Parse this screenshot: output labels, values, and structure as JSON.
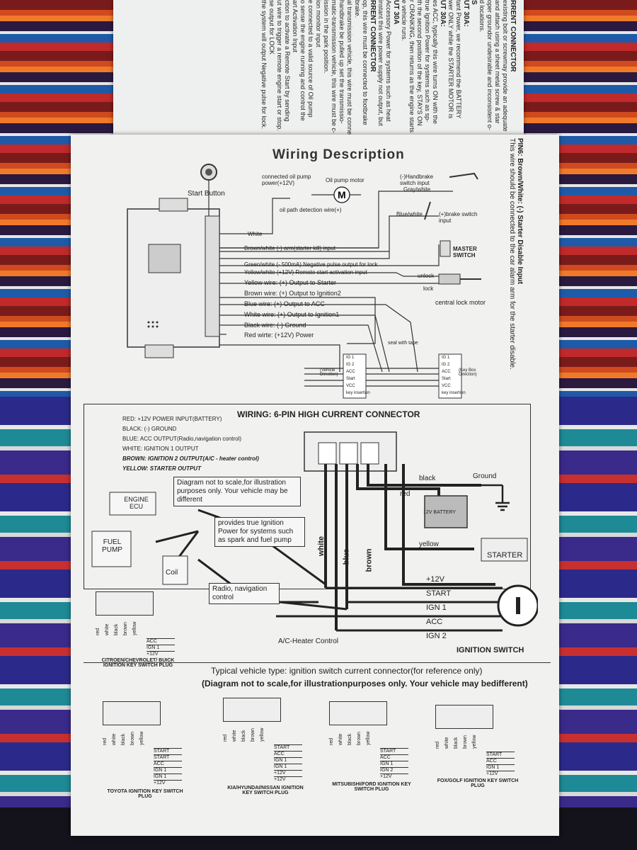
{
  "top_sheet": {
    "lines": [
      "RRENT CONNECTOR",
      "existing bolt or screwmay provide an adequate",
      "and attach using a sheet metal screw & star",
      "oper groundor undesirable and inconsistent o-",
      "d locations.",
      "S",
      "UT 30A:",
      "tant Power, we recommend the BATTERY",
      "wer ONLY while the STARTER MOTOR is",
      "UT 30A:",
      "es ACC, typically this wire turns ON with the",
      "true Ignition Power for systems such as sp-",
      "th the second position of the key, STAYS ON",
      "r CRANKING, then returns as the engine starts",
      "e vehicle runs.",
      "UT 30A",
      "Accessory Power for systems such as heat",
      "instant this wire power supply not output, but",
      "RRENT CONNECTOR",
      "op, this wire must be connected to footbrake",
      "brake.",
      "al transmission vehicle, this wire must be connected to footbrake",
      "handbrake be pulled up set the transmissio-",
      "matic-transmission vehicle, this wire must be c-",
      "ission in the park position.",
      "ion monitor input",
      "e connected to a valid source of Oil pump",
      "o sense the engine running and control the",
      "art Activation Input",
      "ction to activate a Remote Start by sending",
      "ut wire to trigger a remote engine start or stop.",
      "se output for LOCK",
      "the system will output Negative pulse for lock."
    ]
  },
  "pin6_note": {
    "title": "PIN6: Brown/White: (-) Starter Disable Input",
    "text": "This wire should be connected to the car alarm arm for the starter disable."
  },
  "wiring_description": {
    "title": "Wiring Description",
    "start_button": "Start Button",
    "oil_pump": "connected oil pump power(+12V)",
    "oil_motor": "Oil pump motor",
    "motor_symbol": "M",
    "oil_detect": "oil path detection wire(+)",
    "handbrake": "(-)Handbrake switch input",
    "gray_white": "Gray/white",
    "blue_white": "Blue/white",
    "brake": "(+)brake switch input",
    "white": "White",
    "master": "MASTER SWITCH",
    "unlock": "unlock",
    "lock": "lock",
    "central_lock": "central lock motor",
    "seal": "seal with tape",
    "wires": [
      "Brown/white (-) arm(starter kill) input",
      "Green/white (- 500mA) Negative pulse output for lock",
      "Yellow/white (+12V) Remote start activation input",
      "Yellow wire: (+) Output to Starter",
      "Brown wire: (+) Output to Ignition2",
      "Blue wire: (+) Output to ACC",
      "White wire: (+) Output to Ignition1",
      "Black wire: (-) Ground",
      "Red wirte: (+12V) Power"
    ],
    "left_plug": [
      "IG 1",
      "IG 2",
      "ACC",
      "Start",
      "VCC",
      "key insertion"
    ],
    "right_plug": [
      "IG 1",
      "IG 2",
      "ACC",
      "Start",
      "VCC",
      "key insertion"
    ],
    "vehicle_dir": "(Vehicle Direction)",
    "keybox_dir": "(Key Box Direction)"
  },
  "section2": {
    "title": "WIRING: 6-PIN HIGH CURRENT CONNECTOR",
    "legend": [
      "RED: +12V POWER INPUT(BATTERY)",
      "BLACK: (-) GROUND",
      "BLUE: ACC OUTPUT(Radio,navigation control)",
      "WHITE: IGNITION 1 OUTPUT",
      "BROWN: IGNITION 2 OUTPUT(A/C - heater control)",
      "YELLOW: STARTER OUTPUT"
    ],
    "note": "Diagram not to scale,for illustration purposes only. Your vehicle may be different",
    "engine": "ENGINE ECU",
    "fuel": "FUEL PUMP",
    "coil": "Coil",
    "ign_note": "provides true Ignition Power for systems such as spark and fuel pump",
    "radio": "Radio, navigation control",
    "ac": "A/C-Heater Control",
    "black": "black",
    "red": "red",
    "ground": "Ground",
    "yellow": "yellow",
    "starter": "STARTER",
    "battery": "12V BATTERY",
    "white": "white",
    "blue": "blue",
    "brown": "brown",
    "switch_lines": [
      "+12V",
      "START",
      "IGN 1",
      "ACC",
      "IGN 2"
    ],
    "ign_switch": "IGNITION SWITCH"
  },
  "section3": {
    "title": "Typical vehicle type: ignition switch current connector(for reference only)",
    "subtitle": "(Diagram not to scale,for illustrationpurposes only. Your vehicle may bedifferent)",
    "plugs": [
      {
        "name": "CITROEN/CHEVROLET/ BUICK IGNITION KEY SWITCH PLUG",
        "lines": [
          "ACC",
          "IGN 1",
          "+12V"
        ]
      },
      {
        "name": "TOYOTA IGNITION KEY SWITCH PLUG",
        "lines": [
          "START",
          "START",
          "ACC",
          "IGN 1",
          "IGN 1",
          "+12V"
        ]
      },
      {
        "name": "KIA/HYUNDAI/NISSAN IGNITION KEY SWITCH PLUG",
        "lines": [
          "START",
          "ACC",
          "IGN 1",
          "IGN 1",
          "+12V",
          "+12V"
        ]
      },
      {
        "name": "MITSUBISHI/FORD IGNITION KEY SWITCH PLUG",
        "lines": [
          "START",
          "ACC",
          "IGN 1",
          "IGN 2",
          "+12V"
        ]
      },
      {
        "name": "FOX/GOLF IGNITION KEY SWITCH PLUG",
        "lines": [
          "START",
          "ACC",
          "IGN 1",
          "+12V"
        ]
      }
    ],
    "wire_labels": [
      "red",
      "white",
      "black",
      "brown",
      "yellow"
    ]
  }
}
